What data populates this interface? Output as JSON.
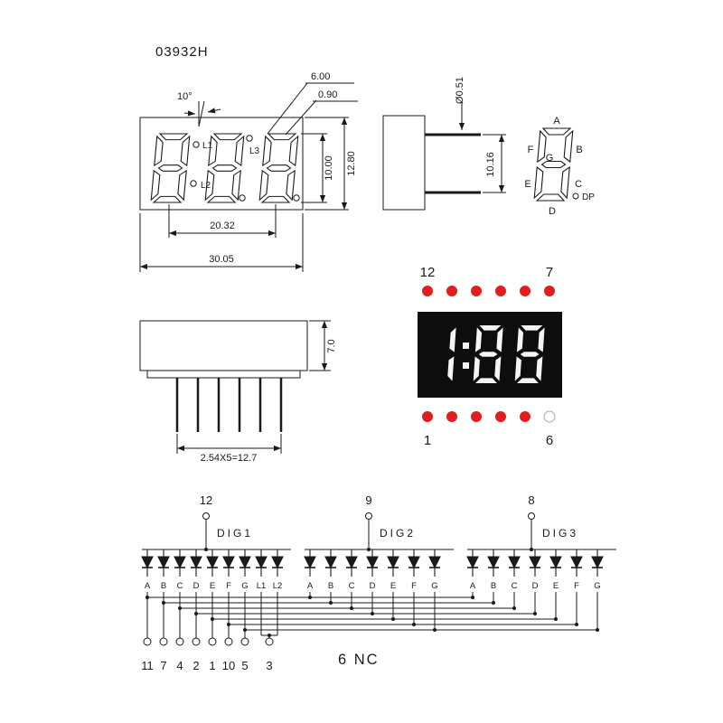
{
  "title": "03932H",
  "front_view": {
    "angle": "10°",
    "dim_segment_width": "6.00",
    "dim_segment_gap": "0.90",
    "dim_digit_height": "10.00",
    "dim_package_height": "12.80",
    "dim_digit_pitch": "20.32",
    "dim_package_width": "30.05",
    "label_l1": "L1",
    "label_l2": "L2",
    "label_l3": "L3"
  },
  "side_view": {
    "dim_pin_diameter": "Ø0.51",
    "dim_pin_row_span": "10.16"
  },
  "segment_diagram": {
    "a": "A",
    "b": "B",
    "c": "C",
    "d": "D",
    "e": "E",
    "f": "F",
    "g": "G",
    "dp": "DP"
  },
  "display_face": {
    "pin_top_left": "12",
    "pin_top_right": "7",
    "pin_bottom_left": "1",
    "pin_bottom_right": "6",
    "digits_shown": "1:88",
    "led_color": "#e01e1e"
  },
  "profile_view": {
    "dim_thickness": "7.0",
    "dim_pin_pitch": "2.54X5=12.7"
  },
  "schematic": {
    "groups": [
      {
        "pin": "12",
        "label": "DIG1",
        "segments": [
          "A",
          "B",
          "C",
          "D",
          "E",
          "F",
          "G",
          "L1",
          "L2"
        ]
      },
      {
        "pin": "9",
        "label": "DIG2",
        "segments": [
          "A",
          "B",
          "C",
          "D",
          "E",
          "F",
          "G"
        ]
      },
      {
        "pin": "8",
        "label": "DIG3",
        "segments": [
          "A",
          "B",
          "C",
          "D",
          "E",
          "F",
          "G"
        ]
      }
    ],
    "bottom_pins": [
      "11",
      "7",
      "4",
      "2",
      "1",
      "10",
      "5",
      "3"
    ],
    "nc_label": "6 NC"
  }
}
